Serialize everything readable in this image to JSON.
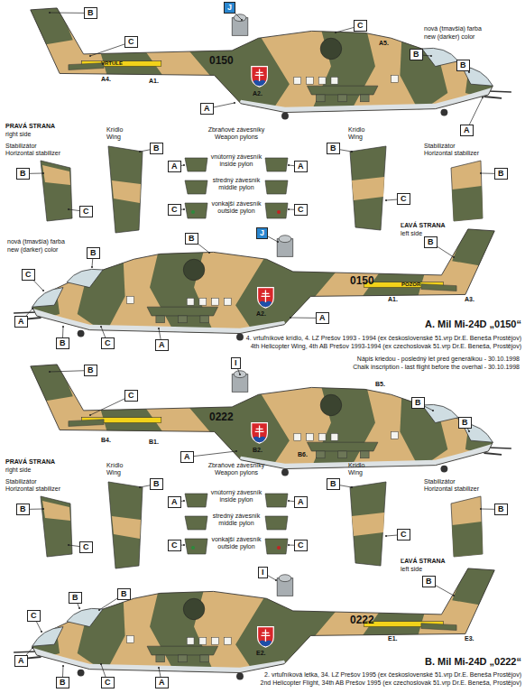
{
  "diagram": {
    "nodes": [
      {
        "text": [
          "B"
        ]
      },
      {
        "text": [
          "C"
        ]
      },
      {
        "text": [
          "J"
        ]
      },
      {
        "text": [
          "C"
        ]
      },
      {
        "text": [
          "B"
        ]
      },
      {
        "text": [
          "B"
        ]
      },
      {
        "text": [
          "A"
        ]
      },
      {
        "text": [
          "A"
        ]
      },
      {
        "text": [
          "B"
        ]
      },
      {
        "text": [
          "C"
        ]
      },
      {
        "text": [
          "B"
        ]
      },
      {
        "text": [
          "A"
        ]
      },
      {
        "text": [
          "C"
        ]
      },
      {
        "text": [
          "B"
        ]
      },
      {
        "text": [
          "A"
        ]
      },
      {
        "text": [
          "C"
        ]
      },
      {
        "text": [
          "C"
        ]
      },
      {
        "text": [
          "B"
        ]
      },
      {
        "text": [
          "B"
        ]
      },
      {
        "text": [
          "J"
        ]
      },
      {
        "text": [
          "B"
        ]
      },
      {
        "text": [
          "C"
        ]
      },
      {
        "text": [
          "B"
        ]
      },
      {
        "text": [
          "C"
        ]
      },
      {
        "text": [
          "A"
        ]
      },
      {
        "text": [
          "B"
        ]
      },
      {
        "text": [
          "A"
        ]
      },
      {
        "text": [
          "A"
        ]
      },
      {
        "text": [
          "B"
        ]
      },
      {
        "text": [
          "C"
        ]
      },
      {
        "text": [
          "I"
        ]
      },
      {
        "text": [
          "B"
        ]
      },
      {
        "text": [
          "B"
        ]
      },
      {
        "text": [
          "A"
        ]
      },
      {
        "text": [
          "B"
        ]
      },
      {
        "text": [
          "C"
        ]
      },
      {
        "text": [
          "B"
        ]
      },
      {
        "text": [
          "A"
        ]
      },
      {
        "text": [
          "C"
        ]
      },
      {
        "text": [
          "B"
        ]
      },
      {
        "text": [
          "A"
        ]
      },
      {
        "text": [
          "C"
        ]
      },
      {
        "text": [
          "C"
        ]
      },
      {
        "text": [
          "B"
        ]
      },
      {
        "text": [
          "I"
        ]
      },
      {
        "text": [
          "B"
        ]
      },
      {
        "text": [
          "B"
        ]
      },
      {
        "text": [
          "C"
        ]
      },
      {
        "text": [
          "B"
        ]
      },
      {
        "text": [
          "C"
        ]
      },
      {
        "text": [
          "A"
        ]
      },
      {
        "text": [
          "B"
        ]
      },
      {
        "text": [
          "A"
        ]
      }
    ],
    "labels": [
      "nová (tmavšia) farba",
      "new (darker) color",
      "A5.",
      "VRTULE",
      "0150",
      "A4.",
      "A1.",
      "A2.",
      "PRAVÁ STRANA",
      "right side",
      "Stabilizátor",
      "Horizontal stabilizer",
      "Krídlo",
      "Wing",
      "Zbraňové závesníky",
      "Weapon pylons",
      "vnútorný závesník",
      "inside pylon",
      "stredný závesník",
      "middle pylon",
      "vonkajší závesník",
      "outside pylon",
      "Krídlo",
      "Wing",
      "Stabilizátor",
      "Horizontal stabilizer",
      "ĽAVÁ STRANA",
      "left side",
      "nová (tmavšia) farba",
      "new (darker) color",
      "0150",
      "POZOR",
      "A1.",
      "A2.",
      "A3.",
      "A. Mil Mi-24D „0150“",
      "4. vrtuľníkové krídlo, 4. LZ Prešov 1993 - 1994 (ex československé 51.vrp Dr.E. Beneša Prostějov)",
      "4th Helicopter Wing, 4th AB Prešov 1993-1994 (ex czechoslovak 51.vrp Dr.E. Beneša, Prostějov)",
      "Nápis kriedou - posledný let pred generálkou - 30.10.1998",
      "Chalk inscription - last flight before the overhal - 30.10.1998",
      "B5.",
      "0222",
      "B4.",
      "B1.",
      "B2.",
      "B6.",
      "PRAVÁ STRANA",
      "right side",
      "Stabilizátor",
      "Horizontal stabilizer",
      "Krídlo",
      "Wing",
      "Zbraňové závesníky",
      "Weapon pylons",
      "vnútorný závesník",
      "inside pylon",
      "stredný závesník",
      "middle pylon",
      "vonkajší závesník",
      "outside pylon",
      "Krídlo",
      "Wing",
      "Stabilizátor",
      "Horizontal stabilizer",
      "ĽAVÁ STRANA",
      "left side",
      "0222",
      "E1.",
      "E2.",
      "E3.",
      "B. Mil Mi-24D „0222“",
      "2. vrtuľníková letka, 34. LZ Prešov 1995 (ex československé 51.vrp Dr.E. Beneša Prostějov)",
      "2nd Helicopter Flight, 34th AB Prešov 1995 (ex czechoslovak 51.vrp Dr.E. Beneša, Prostějov)"
    ]
  }
}
